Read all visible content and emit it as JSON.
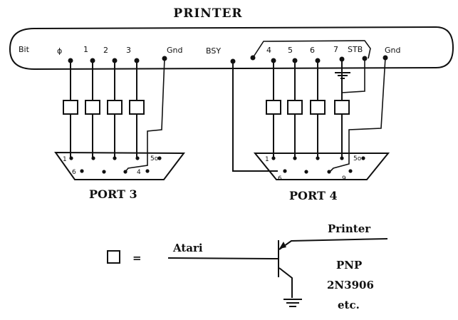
{
  "title": "PRINTER",
  "bit_label": "Bit",
  "printer_pins_left": [
    "ϕ",
    "1",
    "2",
    "3",
    "Gnd"
  ],
  "printer_pins_right": [
    "BSY",
    "4",
    "5",
    "6",
    "7",
    "STB",
    "Gnd"
  ],
  "port3": {
    "label": "PORT 3",
    "pin_labels": [
      "1",
      "6",
      "4",
      "5o"
    ]
  },
  "port4": {
    "label": "PORT 4",
    "pin_labels": [
      "1",
      "6",
      "9",
      "5o"
    ]
  },
  "legend": {
    "equals": "=",
    "atari": "Atari",
    "printer": "Printer",
    "pnp": "PNP",
    "part": "2N3906",
    "etc": "etc."
  }
}
